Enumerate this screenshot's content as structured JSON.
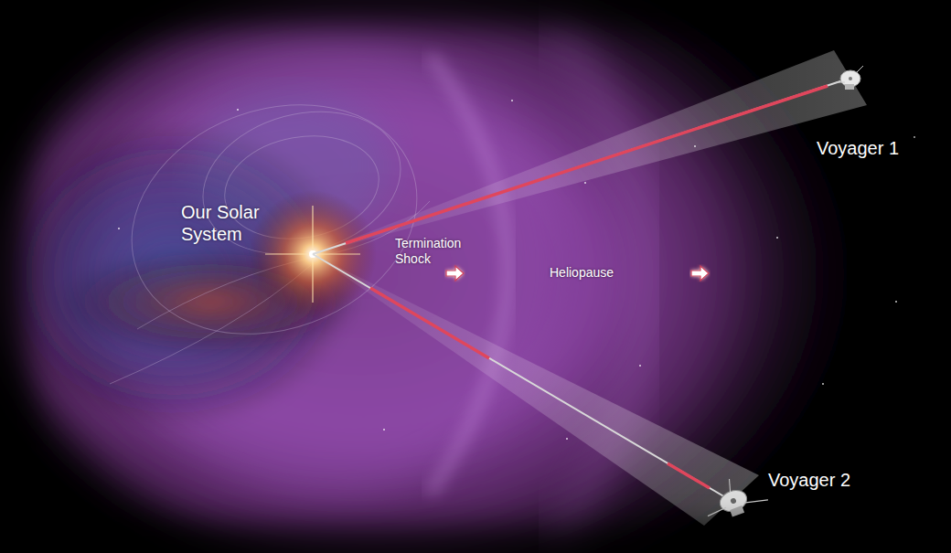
{
  "diagram": {
    "labels": [
      "Our Solar System",
      "Termination Shock",
      "Heliopause",
      "Voyager 1",
      "Voyager 2"
    ]
  }
}
